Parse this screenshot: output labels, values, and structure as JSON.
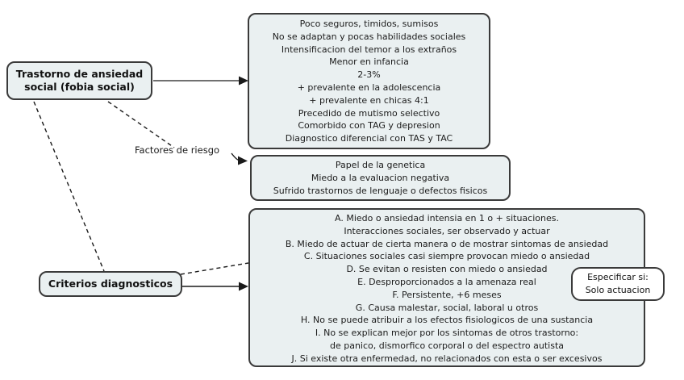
{
  "title": "Mapa conceptual: Trastorno de ansiedad social",
  "colors": {
    "background": "#ffffff",
    "node_fill": "#eaf0f1",
    "node_border": "#3a3a3a",
    "specifier_fill": "#ffffff",
    "line": "#1a1a1a",
    "text": "#111111"
  },
  "nodes": {
    "root": {
      "label": "Trastorno de ansiedad\nsocial (fobia social)"
    },
    "overview": {
      "lines": [
        "Poco seguros, timidos, sumisos",
        "No se adaptan y pocas habilidades sociales",
        "Intensificacion del temor a los extraños",
        "Menor en infancia",
        "2-3%",
        "+ prevalente en la adolescencia",
        "+ prevalente en chicas 4:1",
        "Precedido de mutismo selectivo",
        "Comorbido con TAG y depresion",
        "Diagnostico diferencial con TAS y TAC"
      ]
    },
    "risk_factors": {
      "lines": [
        "Papel de la genetica",
        "Miedo a la evaluacion negativa",
        "Sufrido trastornos de lenguaje o defectos fisicos"
      ]
    },
    "criteria_label": {
      "label": "Criterios diagnosticos"
    },
    "criteria": {
      "lines": [
        "A. Miedo o ansiedad intensia en 1 o + situaciones.",
        "Interacciones sociales, ser observado y actuar",
        "B. Miedo de actuar de cierta manera o de mostrar sintomas de ansiedad",
        "C. Situaciones sociales casi siempre provocan miedo o ansiedad",
        "D. Se evitan o resisten con miedo o ansiedad",
        "E. Desproporcionados a la amenaza real",
        "F. Persistente, +6 meses",
        "G. Causa malestar, social, laboral u otros",
        "H. No se puede atribuir a los efectos fisiologicos de una sustancia",
        "I. No se explican mejor por los sintomas de otros trastorno:",
        "de panico, dismorfico corporal o del espectro autista",
        "J. Si existe otra enfermedad, no relacionados con esta o ser excesivos"
      ]
    },
    "specifier": {
      "lines": [
        "Especificar si:",
        "Solo actuacion"
      ]
    }
  },
  "edges": {
    "risk_label": "Factores de riesgo"
  }
}
